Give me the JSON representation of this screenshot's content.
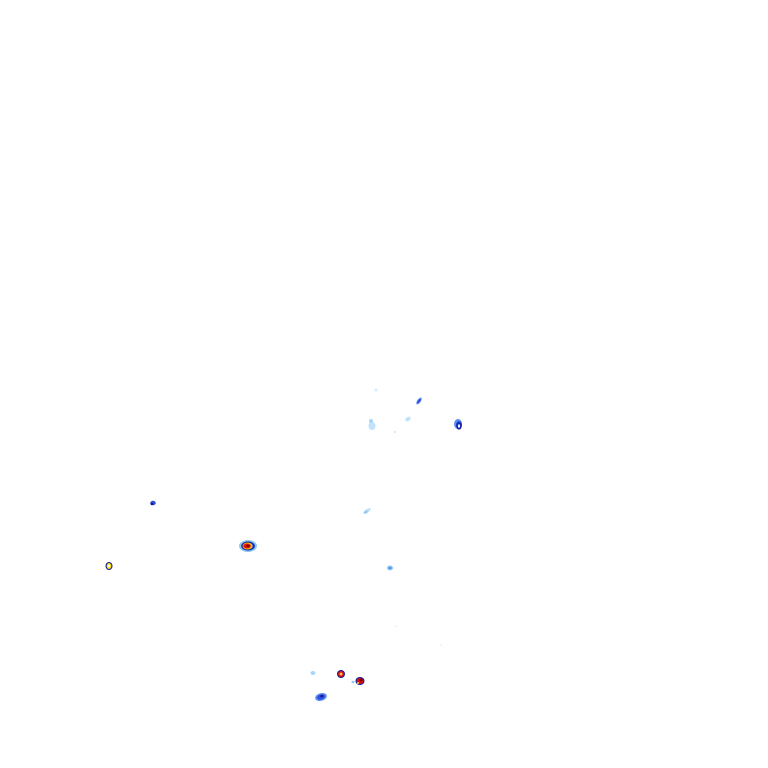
{
  "map": {
    "layer": "precipitation-radar-overlay",
    "background_color": "#ffffff"
  },
  "intensity_colors": {
    "very_light": "#bfe3fb",
    "light": "#8ec9f5",
    "moderate_light": "#5a8ff0",
    "moderate": "#2b4fe0",
    "heavy": "#1a1a9a",
    "yellow": "#f5e200",
    "orange": "#f08a00",
    "red": "#e01010",
    "dark_red": "#8a0000"
  },
  "echoes": [
    {
      "id": "echo-1",
      "lon_lat": [
        376,
        390
      ],
      "intensity": "very_light"
    },
    {
      "id": "echo-2",
      "lon_lat": [
        419,
        401
      ],
      "intensity": "moderate_light"
    },
    {
      "id": "echo-3",
      "lon_lat": [
        372,
        425
      ],
      "intensity": "very_light"
    },
    {
      "id": "echo-4",
      "lon_lat": [
        408,
        419
      ],
      "intensity": "very_light"
    },
    {
      "id": "echo-5",
      "lon_lat": [
        458,
        425
      ],
      "intensity": "heavy"
    },
    {
      "id": "echo-6",
      "lon_lat": [
        153,
        503
      ],
      "intensity": "moderate"
    },
    {
      "id": "echo-7",
      "lon_lat": [
        367,
        511
      ],
      "intensity": "light"
    },
    {
      "id": "echo-8",
      "lon_lat": [
        248,
        546
      ],
      "intensity": "red"
    },
    {
      "id": "echo-9",
      "lon_lat": [
        109,
        566
      ],
      "intensity": "yellow"
    },
    {
      "id": "echo-10",
      "lon_lat": [
        390,
        568
      ],
      "intensity": "light"
    },
    {
      "id": "echo-11",
      "lon_lat": [
        313,
        673
      ],
      "intensity": "very_light"
    },
    {
      "id": "echo-12",
      "lon_lat": [
        341,
        674
      ],
      "intensity": "red"
    },
    {
      "id": "echo-13",
      "lon_lat": [
        360,
        681
      ],
      "intensity": "red"
    },
    {
      "id": "echo-14",
      "lon_lat": [
        321,
        697
      ],
      "intensity": "moderate"
    }
  ]
}
